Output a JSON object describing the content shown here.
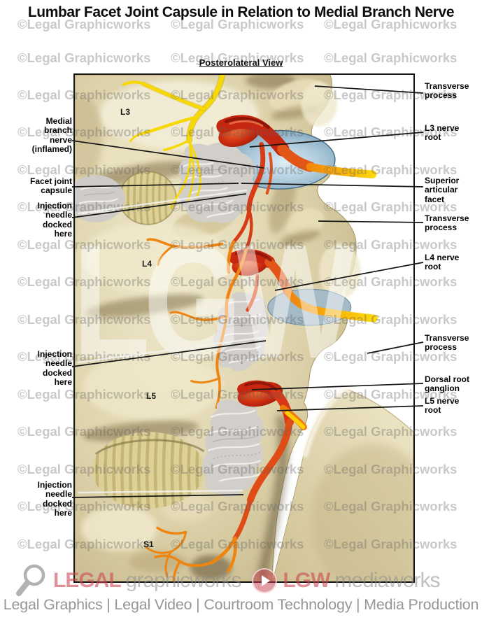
{
  "title": "Lumbar Facet Joint Capsule in Relation to Medial Branch Nerve",
  "subtitle": "Posterolateral View",
  "watermark": {
    "text": "©Legal Graphicworks",
    "center_logo": "LGW"
  },
  "figure": {
    "vertebrae": [
      {
        "id": "l3",
        "label": "L3"
      },
      {
        "id": "l4",
        "label": "L4"
      },
      {
        "id": "l5",
        "label": "L5"
      },
      {
        "id": "s1",
        "label": "S1"
      }
    ],
    "left_labels": [
      {
        "id": "medial-branch-nerve",
        "text": "Medial\nbranch\nnerve\n(inflamed)"
      },
      {
        "id": "facet-joint-capsule",
        "text": "Facet joint\ncapsule"
      },
      {
        "id": "injection-needle-1",
        "text": "Injection\nneedle\ndocked\nhere"
      },
      {
        "id": "injection-needle-2",
        "text": "Injection\nneedle\ndocked\nhere"
      },
      {
        "id": "injection-needle-3",
        "text": "Injection\nneedle\ndocked\nhere"
      }
    ],
    "right_labels": [
      {
        "id": "transverse-process-l3",
        "text": "Transverse\nprocess"
      },
      {
        "id": "l3-nerve-root",
        "text": "L3 nerve\nroot"
      },
      {
        "id": "superior-articular-facet",
        "text": "Superior\narticular\nfacet"
      },
      {
        "id": "transverse-process-l4",
        "text": "Transverse\nprocess"
      },
      {
        "id": "l4-nerve-root",
        "text": "L4 nerve\nroot"
      },
      {
        "id": "transverse-process-l5",
        "text": "Transverse\nprocess"
      },
      {
        "id": "dorsal-root-ganglion",
        "text": "Dorsal root\nganglion"
      },
      {
        "id": "l5-nerve-root",
        "text": "L5 nerve\nroot"
      }
    ]
  },
  "footer": {
    "brand_graphics_strong": "LEGAL",
    "brand_graphics_light": "graphicworks",
    "brand_media_strong": "LGW",
    "brand_media_light": "mediaworks",
    "tagline": "Legal Graphics | Legal Video | Courtroom Technology | Media Production"
  },
  "colors": {
    "bone": "#ddd2aa",
    "bone_highlight": "#f4efdb",
    "nerve_yellow": "#f6d804",
    "nerve_orange": "#ef8410",
    "nerve_red": "#c62711",
    "disc_blue": "#aecbdc",
    "capsule_gray": "#d2cfca",
    "watermark_gray": "#9a9a9a",
    "brand_pink": "#cb4653"
  }
}
